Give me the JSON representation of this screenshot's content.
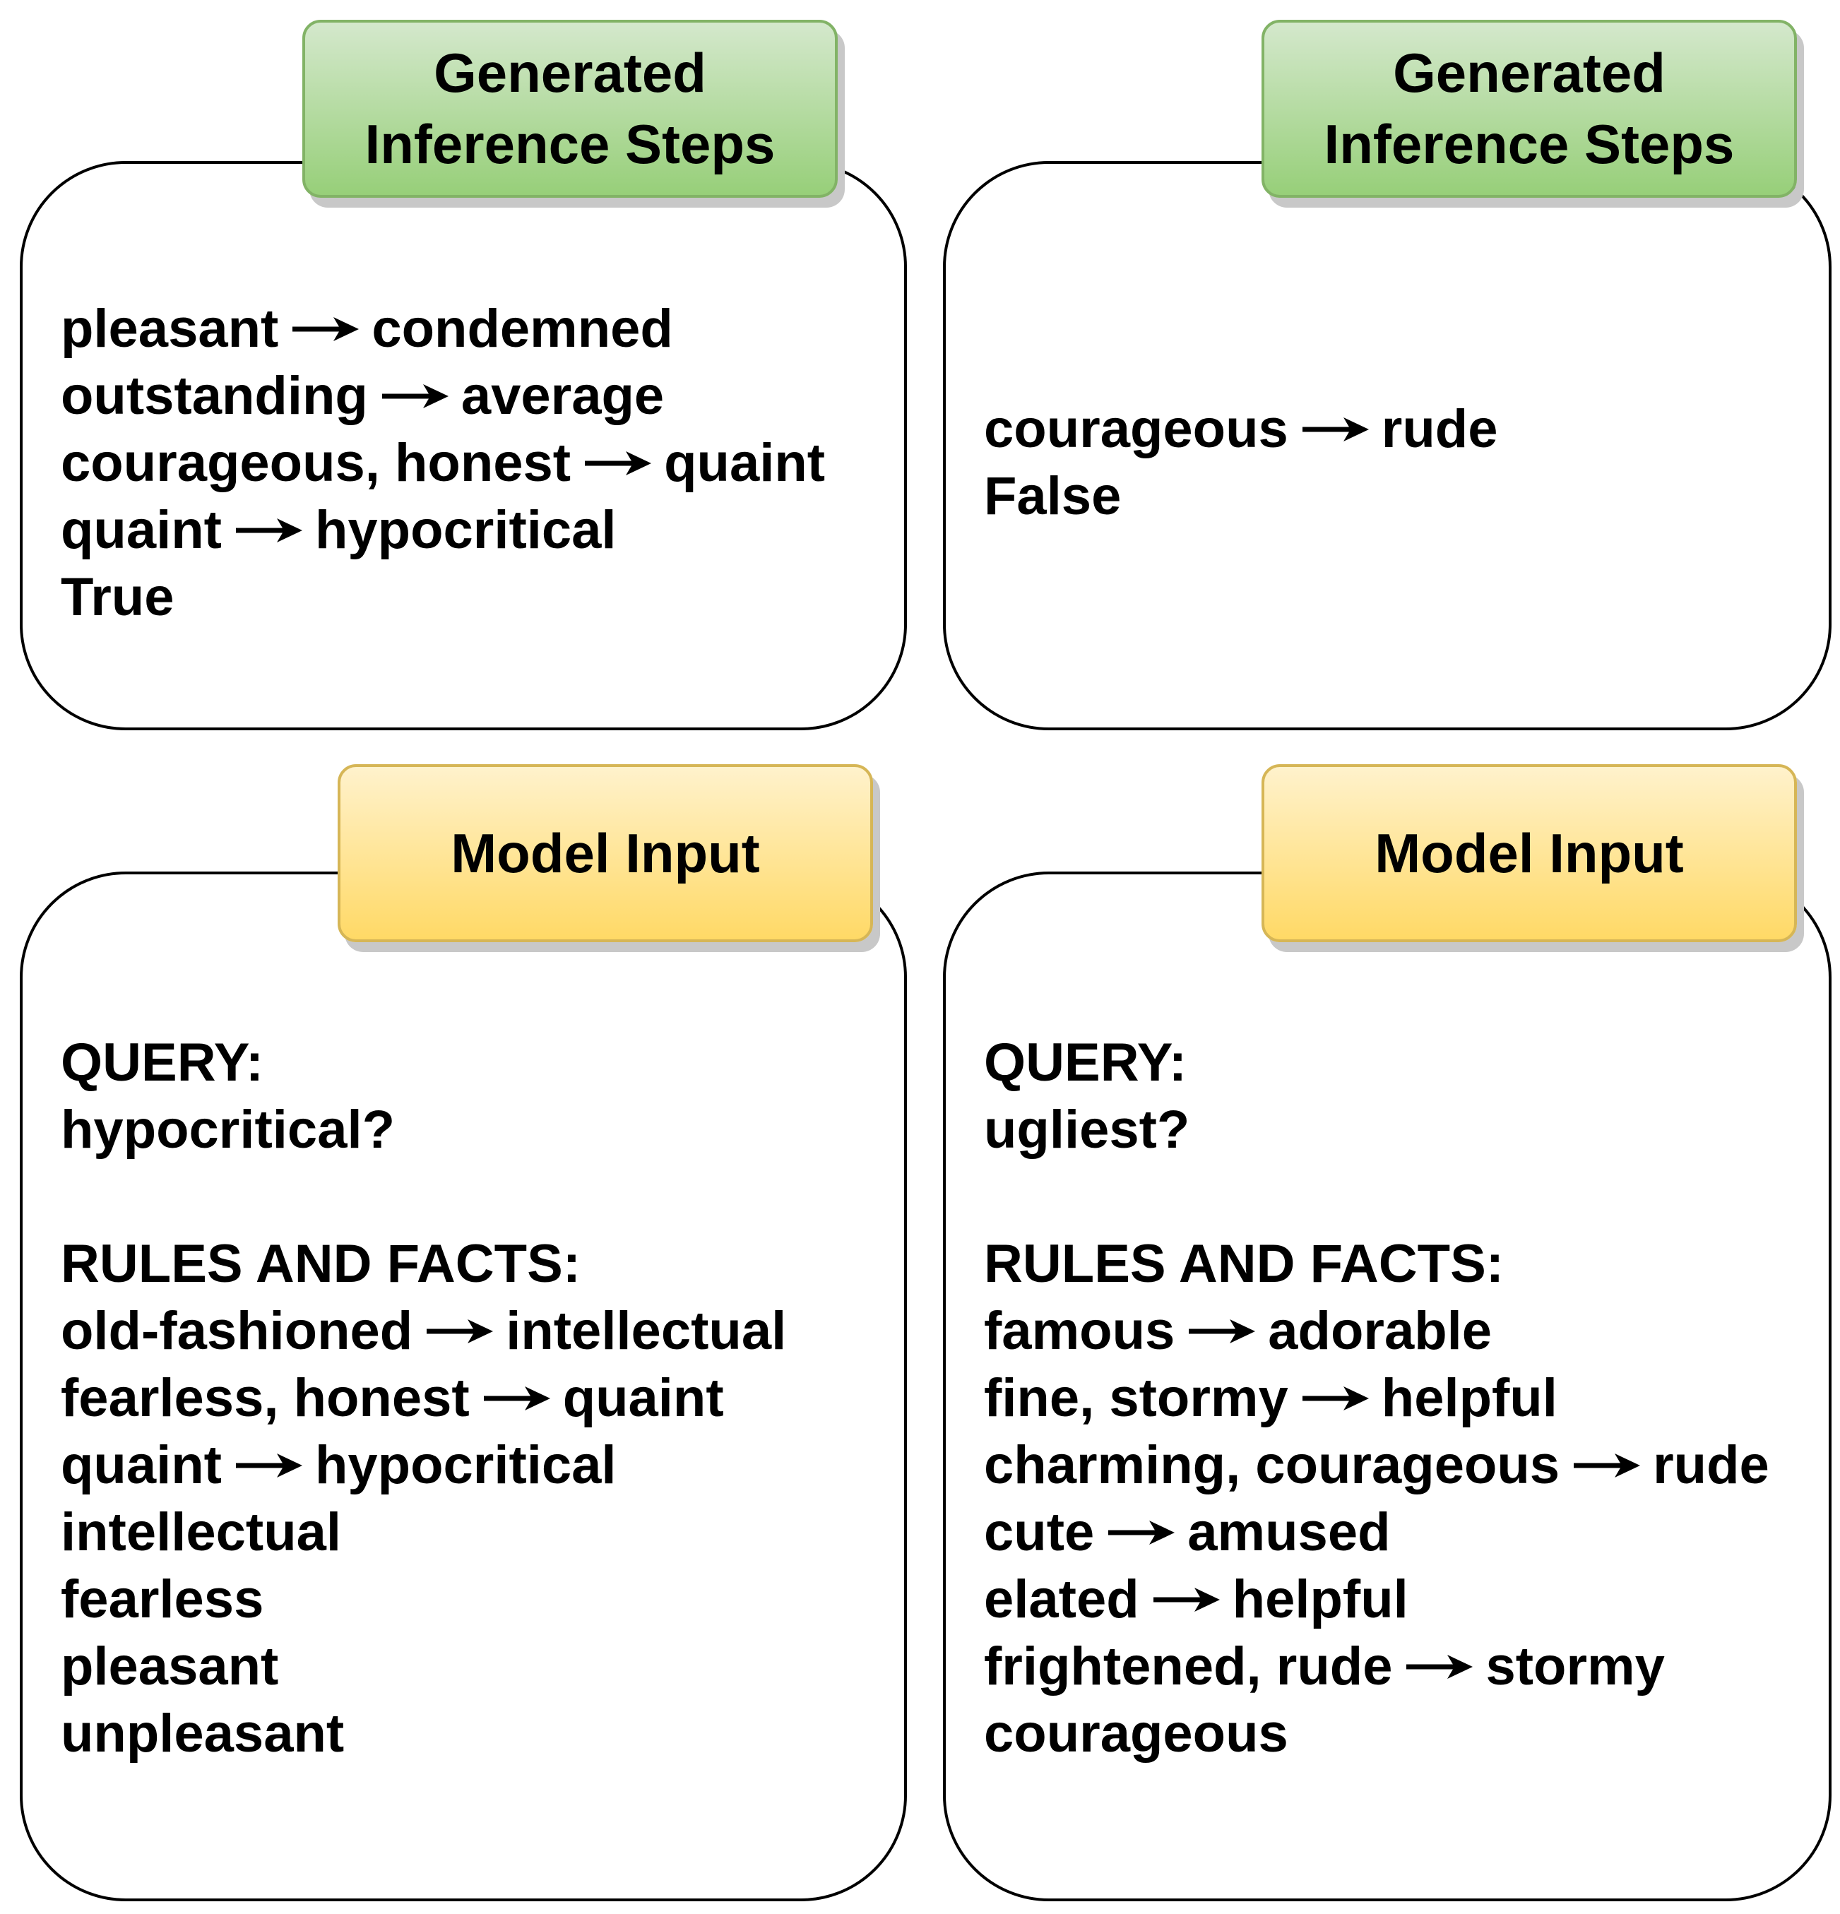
{
  "panels": {
    "top_left": {
      "tag": [
        "Generated",
        "Inference Steps"
      ],
      "lines": [
        {
          "left": "pleasant",
          "right": "condemned"
        },
        {
          "left": "outstanding",
          "right": "average"
        },
        {
          "left": "courageous, honest",
          "right": "quaint",
          "highlight": true
        },
        {
          "left": "quaint",
          "right": "hypocritical"
        },
        {
          "text": "True"
        }
      ]
    },
    "top_right": {
      "tag": [
        "Generated",
        "Inference Steps"
      ],
      "lines": [
        {
          "left": "courageous",
          "right": "rude",
          "highlight": true
        },
        {
          "text": "False"
        }
      ]
    },
    "bottom_left": {
      "tag": [
        "Model Input"
      ],
      "lines": [
        {
          "text": "QUERY:"
        },
        {
          "text": "hypocritical?"
        },
        {
          "gap": true
        },
        {
          "text": "RULES AND FACTS:"
        },
        {
          "left": "old-fashioned",
          "right": "intellectual"
        },
        {
          "left": "fearless, honest",
          "right": "quaint",
          "highlight": true
        },
        {
          "left": "quaint",
          "right": "hypocritical"
        },
        {
          "text": "intellectual"
        },
        {
          "text": "fearless"
        },
        {
          "text": "pleasant"
        },
        {
          "text": "unpleasant"
        }
      ]
    },
    "bottom_right": {
      "tag": [
        "Model Input"
      ],
      "lines": [
        {
          "text": "QUERY:"
        },
        {
          "text": "ugliest?"
        },
        {
          "gap": true
        },
        {
          "text": "RULES AND FACTS:"
        },
        {
          "left": "famous",
          "right": "adorable"
        },
        {
          "left": "fine, stormy",
          "right": "helpful"
        },
        {
          "left": "charming, courageous",
          "right": "rude",
          "highlight": true
        },
        {
          "left": "cute",
          "right": "amused"
        },
        {
          "left": "elated",
          "right": "helpful"
        },
        {
          "left": "frightened, rude",
          "right": "stormy"
        },
        {
          "text": "courageous"
        }
      ]
    }
  },
  "colors": {
    "green_tag_fill": "#97cf79",
    "green_tag_border": "#82b366",
    "yellow_tag_fill": "#ffd966",
    "yellow_tag_border": "#d6b656",
    "highlight": "#f8cecc"
  }
}
